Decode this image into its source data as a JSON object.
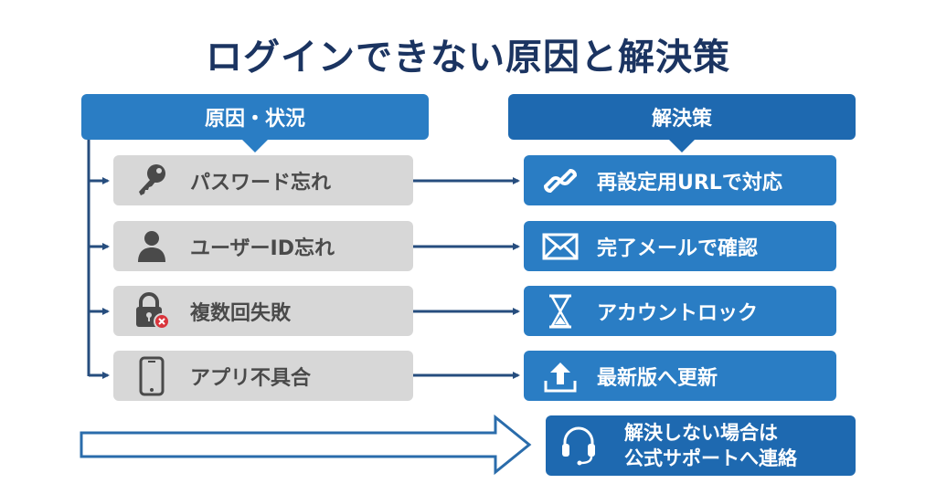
{
  "title": "ログインできない原因と解決策",
  "headers": {
    "causes": "原因・状況",
    "solutions": "解決策"
  },
  "rows": [
    {
      "cause": {
        "icon": "key-icon",
        "label": "パスワード忘れ"
      },
      "solution": {
        "icon": "link-icon",
        "label": "再設定用URLで対応"
      }
    },
    {
      "cause": {
        "icon": "user-icon",
        "label": "ユーザーID忘れ"
      },
      "solution": {
        "icon": "envelope-icon",
        "label": "完了メールで確認"
      }
    },
    {
      "cause": {
        "icon": "lock-error-icon",
        "label": "複数回失敗"
      },
      "solution": {
        "icon": "hourglass-icon",
        "label": "アカウントロック"
      }
    },
    {
      "cause": {
        "icon": "smartphone-icon",
        "label": "アプリ不具合"
      },
      "solution": {
        "icon": "upload-icon",
        "label": "最新版へ更新"
      }
    }
  ],
  "support": {
    "icon": "headset-icon",
    "line1": "解決しない場合は",
    "line2": "公式サポートへ連絡"
  },
  "colors": {
    "title": "#1b3461",
    "header_left": "#2a7dc4",
    "header_right": "#1e69b0",
    "cause_bg": "#d7d7d7",
    "solution_bg": "#2a7dc4",
    "connector": "#264d7e",
    "error_badge": "#d9343b"
  }
}
